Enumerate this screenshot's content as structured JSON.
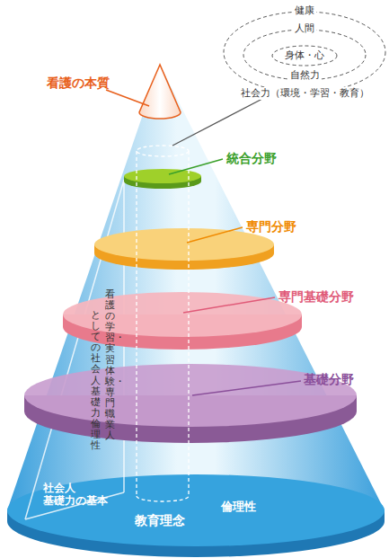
{
  "diagram": {
    "nodes": [
      {
        "text": [
          "健康",
          "社会力（環境・学習・教育）"
        ]
      },
      {
        "text": [
          "人間",
          "自然力"
        ],
        "in": 0
      },
      {
        "text": [
          "身体・心"
        ],
        "in": 1
      }
    ],
    "labels": [
      "看護の本質",
      "統合分野",
      "専門分野",
      "専門基礎分野",
      "基礎分野",
      "看護の学習・実習体験・専門職業人",
      "としての社会人基礎力・倫理性",
      "社会人 基礎力の基本",
      "教育理念",
      "倫理性"
    ]
  }
}
